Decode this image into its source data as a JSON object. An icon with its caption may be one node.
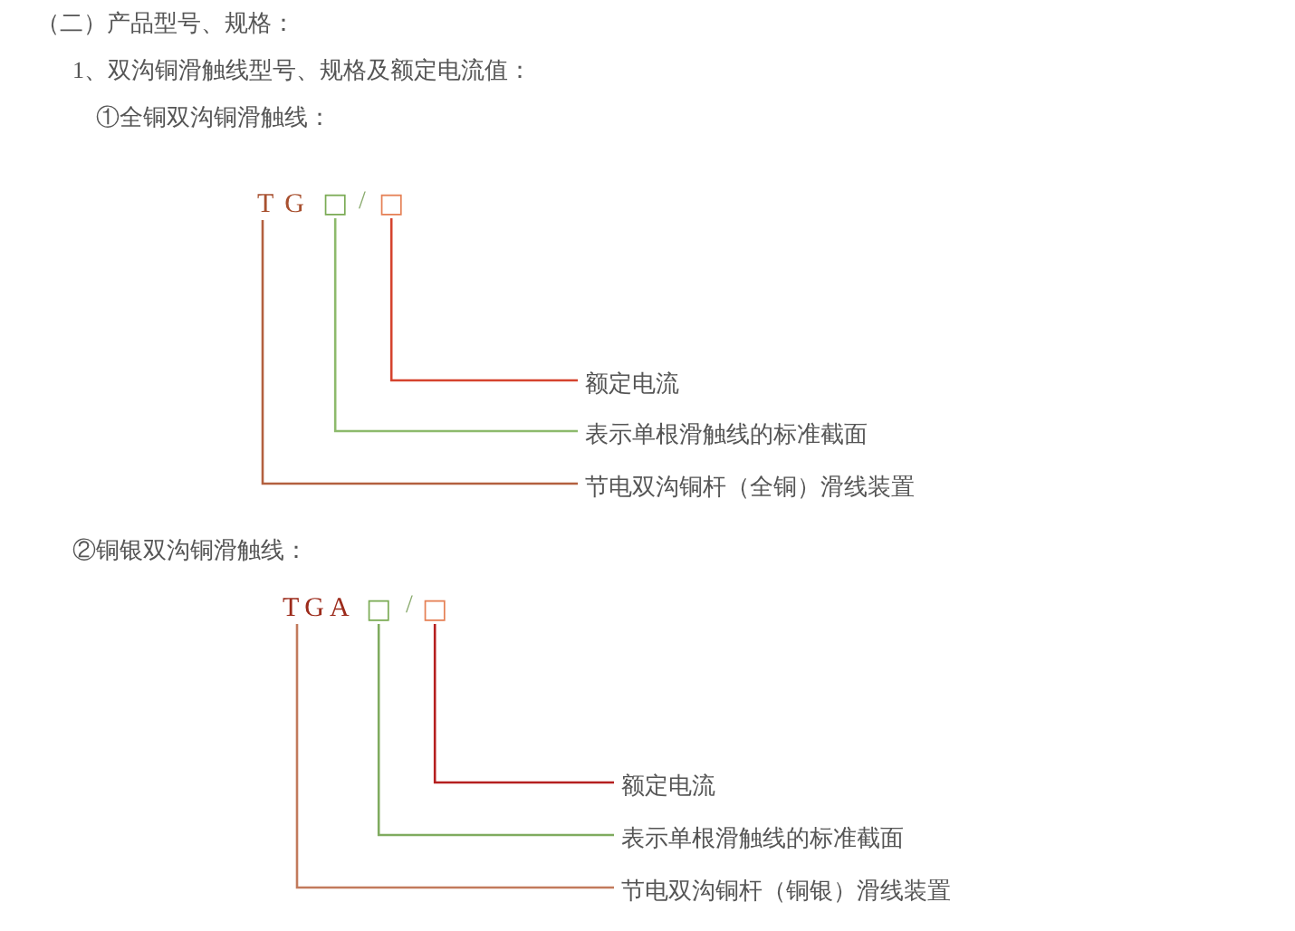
{
  "diagram": {
    "title": "（二）产品型号、规格：",
    "nodes": [
      {
        "text": [
          "TG"
        ]
      },
      {
        "text": [
          "□"
        ]
      },
      {
        "text": [
          "□"
        ]
      },
      {
        "text": [
          "额定电流"
        ]
      },
      {
        "text": [
          "表示单根滑触线的标准截面"
        ]
      },
      {
        "text": [
          "节电双沟铜杆（全铜）滑线装置"
        ]
      },
      {
        "text": [
          "TGA"
        ]
      },
      {
        "text": [
          "□"
        ]
      },
      {
        "text": [
          "□"
        ]
      },
      {
        "text": [
          "额定电流"
        ]
      },
      {
        "text": [
          "表示单根滑触线的标准截面"
        ]
      },
      {
        "text": [
          "节电双沟铜杆（铜银）滑线装置"
        ]
      }
    ],
    "edges": [
      {
        "from": 3,
        "to": 2,
        "arrow": "none",
        "color": "#d5432e"
      },
      {
        "from": 4,
        "to": 1,
        "arrow": "none",
        "color": "#8dba6c"
      },
      {
        "from": 5,
        "to": 0,
        "arrow": "none",
        "color": "#b3603f"
      },
      {
        "from": 9,
        "to": 8,
        "arrow": "none",
        "color": "#b51f1f"
      },
      {
        "from": 10,
        "to": 7,
        "arrow": "none",
        "color": "#7fab5f"
      },
      {
        "from": 11,
        "to": 6,
        "arrow": "none",
        "color": "#c27a5c"
      }
    ],
    "labels": [
      "1、双沟铜滑触线型号、规格及额定电流值：",
      "①全铜双沟铜滑触线：",
      "/",
      "②铜银双沟铜滑触线：",
      "/"
    ]
  }
}
